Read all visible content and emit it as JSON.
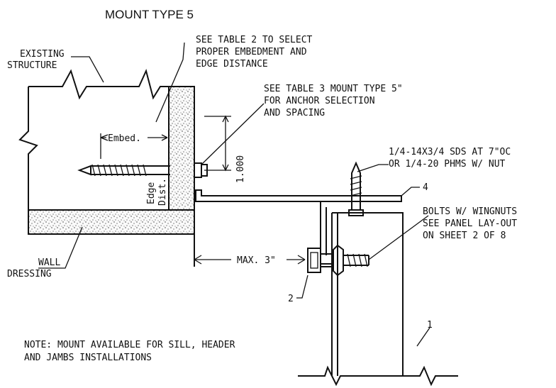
{
  "title": "MOUNT TYPE 5",
  "labels": {
    "existing_structure_1": "EXISTING",
    "existing_structure_2": "STRUCTURE",
    "table2_1": "SEE TABLE 2 TO SELECT",
    "table2_2": "PROPER EMBEDMENT AND",
    "table2_3": "EDGE DISTANCE",
    "table3_1": "SEE TABLE 3  MOUNT TYPE 5\"",
    "table3_2": "FOR ANCHOR SELECTION",
    "table3_3": "AND SPACING",
    "embed": "Embed.",
    "edge_1": "Edge",
    "edge_2": "Dist.",
    "dim_1000": "1.000",
    "sds_1": "1/4-14X3/4 SDS AT 7\"OC",
    "sds_2": "OR 1/4-20 PHMS W/ NUT",
    "part_4": "4",
    "bolts_1": "BOLTS W/ WINGNUTS",
    "bolts_2": "SEE PANEL LAY-OUT",
    "bolts_3": "ON SHEET 2 OF 8",
    "max": "MAX.  3\"",
    "part_1": "1",
    "part_2": "2",
    "wall_dressing_1": "WALL",
    "wall_dressing_2": "DRESSING",
    "note_1": "NOTE: MOUNT AVAILABLE FOR SILL, HEADER",
    "note_2": "AND JAMBS INSTALLATIONS"
  }
}
